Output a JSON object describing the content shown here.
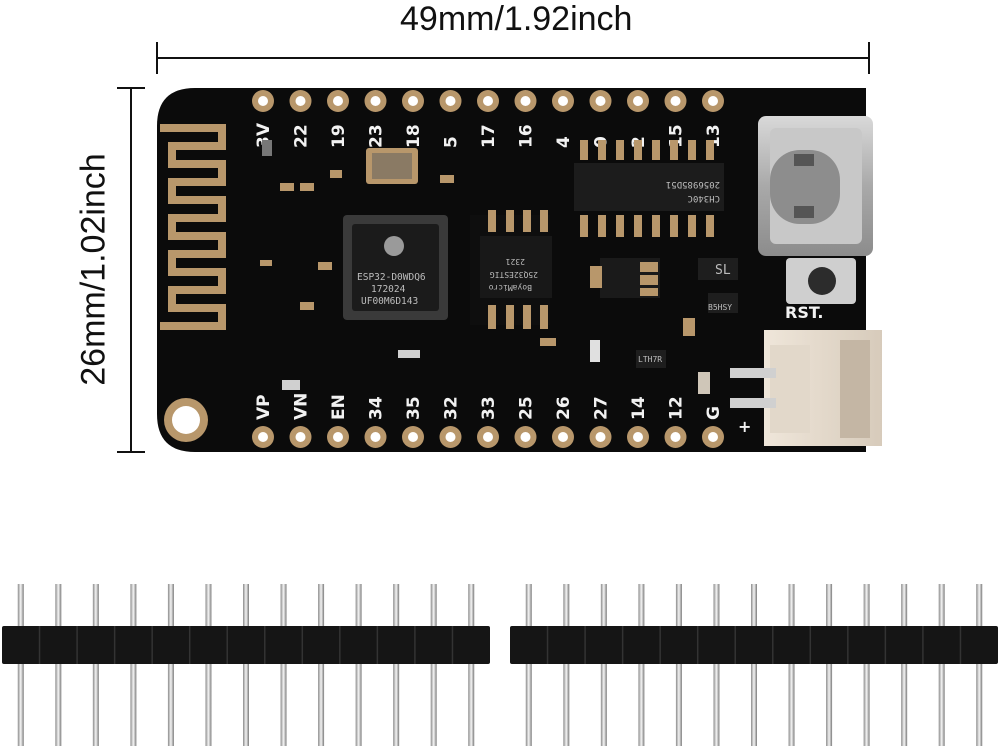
{
  "dimensions": {
    "width_label": "49mm/1.92inch",
    "height_label": "26mm/1.02inch"
  },
  "board": {
    "top_pins": [
      "3V",
      "22",
      "19",
      "23",
      "18",
      "5",
      "17",
      "16",
      "4",
      "0",
      "2",
      "15",
      "13"
    ],
    "bottom_pins": [
      "VP",
      "VN",
      "EN",
      "34",
      "35",
      "32",
      "33",
      "25",
      "26",
      "27",
      "14",
      "12",
      "G"
    ],
    "reset_label": "RST.",
    "battery_plus": "+",
    "main_chip": [
      "ESP32-D0WDQ6",
      "172024",
      "UF00M6D143"
    ],
    "flash_chip": [
      "BoyaMicro",
      "25Q32ESTIG",
      "2321"
    ],
    "usb_chip": [
      "CH340C",
      "2056985D51"
    ],
    "regulator_label": "SL",
    "diode_label": "B5HSY",
    "ltc_label": "LTH7R",
    "colors": {
      "pcb": "#0b0b0b",
      "gold": "#b8976b",
      "silk": "#f2f2f2"
    }
  },
  "headers": {
    "left_count": 13,
    "right_count": 13
  }
}
